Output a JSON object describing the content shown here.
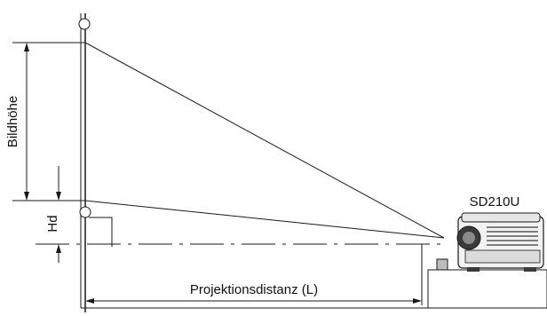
{
  "labels": {
    "image_height": "Bildhöhe",
    "hd": "Hd",
    "projector_model": "SD210U",
    "projection_distance": "Projektionsdistanz (L)"
  },
  "colors": {
    "line": "#1a1a1a",
    "projector_body": "#f2f2f2",
    "projector_dark": "#3a3a3a"
  }
}
